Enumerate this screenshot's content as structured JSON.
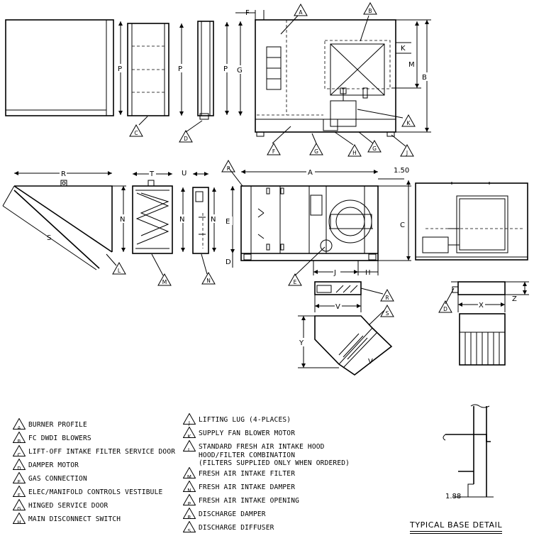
{
  "dims": {
    "P": "P",
    "G": "G",
    "F": "F",
    "B": "B",
    "K": "K",
    "M": "M",
    "R": "R",
    "S": "S",
    "T": "T",
    "U": "U",
    "N": "N",
    "A": "A",
    "E": "E",
    "D": "D",
    "C": "C",
    "J": "J",
    "H": "H",
    "V": "V",
    "Y": "Y",
    "X": "X",
    "Z": "Z",
    "d150": "1.50",
    "d188": "1.88"
  },
  "callouts": {
    "A": "A",
    "B": "B",
    "C": "C",
    "D": "D",
    "E": "E",
    "F": "F",
    "G": "G",
    "H": "H",
    "J": "J",
    "K": "K",
    "L": "L",
    "M": "M",
    "N": "N",
    "P": "P",
    "R": "R",
    "S": "S"
  },
  "legend_left": [
    {
      "key": "A",
      "text": "BURNER PROFILE"
    },
    {
      "key": "B",
      "text": "FC DWDI BLOWERS"
    },
    {
      "key": "C",
      "text": "LIFT-OFF INTAKE FILTER SERVICE DOOR"
    },
    {
      "key": "D",
      "text": "DAMPER MOTOR"
    },
    {
      "key": "E",
      "text": "GAS CONNECTION"
    },
    {
      "key": "F",
      "text": "ELEC/MANIFOLD CONTROLS VESTIBULE"
    },
    {
      "key": "G",
      "text": "HINGED SERVICE DOOR"
    },
    {
      "key": "H",
      "text": "MAIN DISCONNECT SWITCH"
    }
  ],
  "legend_right": [
    {
      "key": "J",
      "text": "LIFTING LUG (4-PLACES)"
    },
    {
      "key": "K",
      "text": "SUPPLY FAN BLOWER MOTOR"
    },
    {
      "key": "L",
      "text": "STANDARD FRESH AIR INTAKE HOOD",
      "text2": "HOOD/FILTER COMBINATION",
      "text3": "(FILTERS SUPPLIED ONLY WHEN ORDERED)"
    },
    {
      "key": "M",
      "text": "FRESH AIR INTAKE FILTER"
    },
    {
      "key": "N",
      "text": "FRESH AIR INTAKE DAMPER"
    },
    {
      "key": "P",
      "text": "FRESH AIR INTAKE OPENING"
    },
    {
      "key": "R",
      "text": "DISCHARGE DAMPER"
    },
    {
      "key": "S",
      "text": "DISCHARGE DIFFUSER"
    }
  ],
  "base_detail_title": "TYPICAL BASE DETAIL"
}
